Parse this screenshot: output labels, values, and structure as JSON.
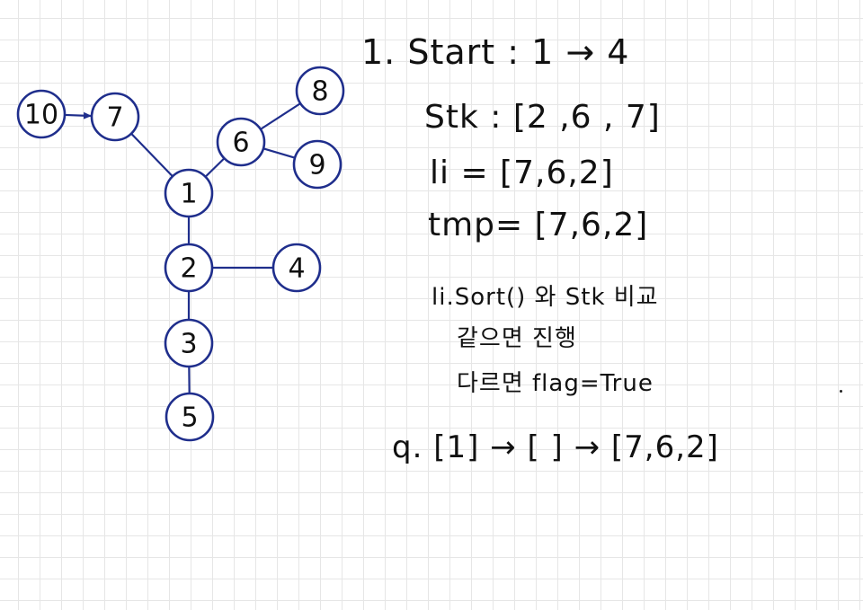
{
  "notes": {
    "title": "1.  Start : 1 → 4",
    "stk": "Stk : [2 ,6 , 7]",
    "li": "li = [7,6,2]",
    "tmp": "tmp= [7,6,2]",
    "compare": "li.Sort() 와 Stk 비교",
    "if_same": "같으면 진행",
    "if_diff": "다르면 flag=True",
    "queue": "q.  [1] → [ ]  → [7,6,2]"
  },
  "graph": {
    "stroke_color": "#1f2e8c",
    "nodes": [
      {
        "id": "1",
        "label": "1"
      },
      {
        "id": "2",
        "label": "2"
      },
      {
        "id": "3",
        "label": "3"
      },
      {
        "id": "4",
        "label": "4"
      },
      {
        "id": "5",
        "label": "5"
      },
      {
        "id": "6",
        "label": "6"
      },
      {
        "id": "7",
        "label": "7"
      },
      {
        "id": "8",
        "label": "8"
      },
      {
        "id": "9",
        "label": "9"
      },
      {
        "id": "10",
        "label": "10"
      }
    ],
    "edges": [
      {
        "from": "10",
        "to": "7",
        "arrow": true
      },
      {
        "from": "7",
        "to": "1"
      },
      {
        "from": "1",
        "to": "6"
      },
      {
        "from": "6",
        "to": "8"
      },
      {
        "from": "6",
        "to": "9"
      },
      {
        "from": "1",
        "to": "2"
      },
      {
        "from": "2",
        "to": "4"
      },
      {
        "from": "2",
        "to": "3"
      },
      {
        "from": "3",
        "to": "5"
      }
    ]
  }
}
